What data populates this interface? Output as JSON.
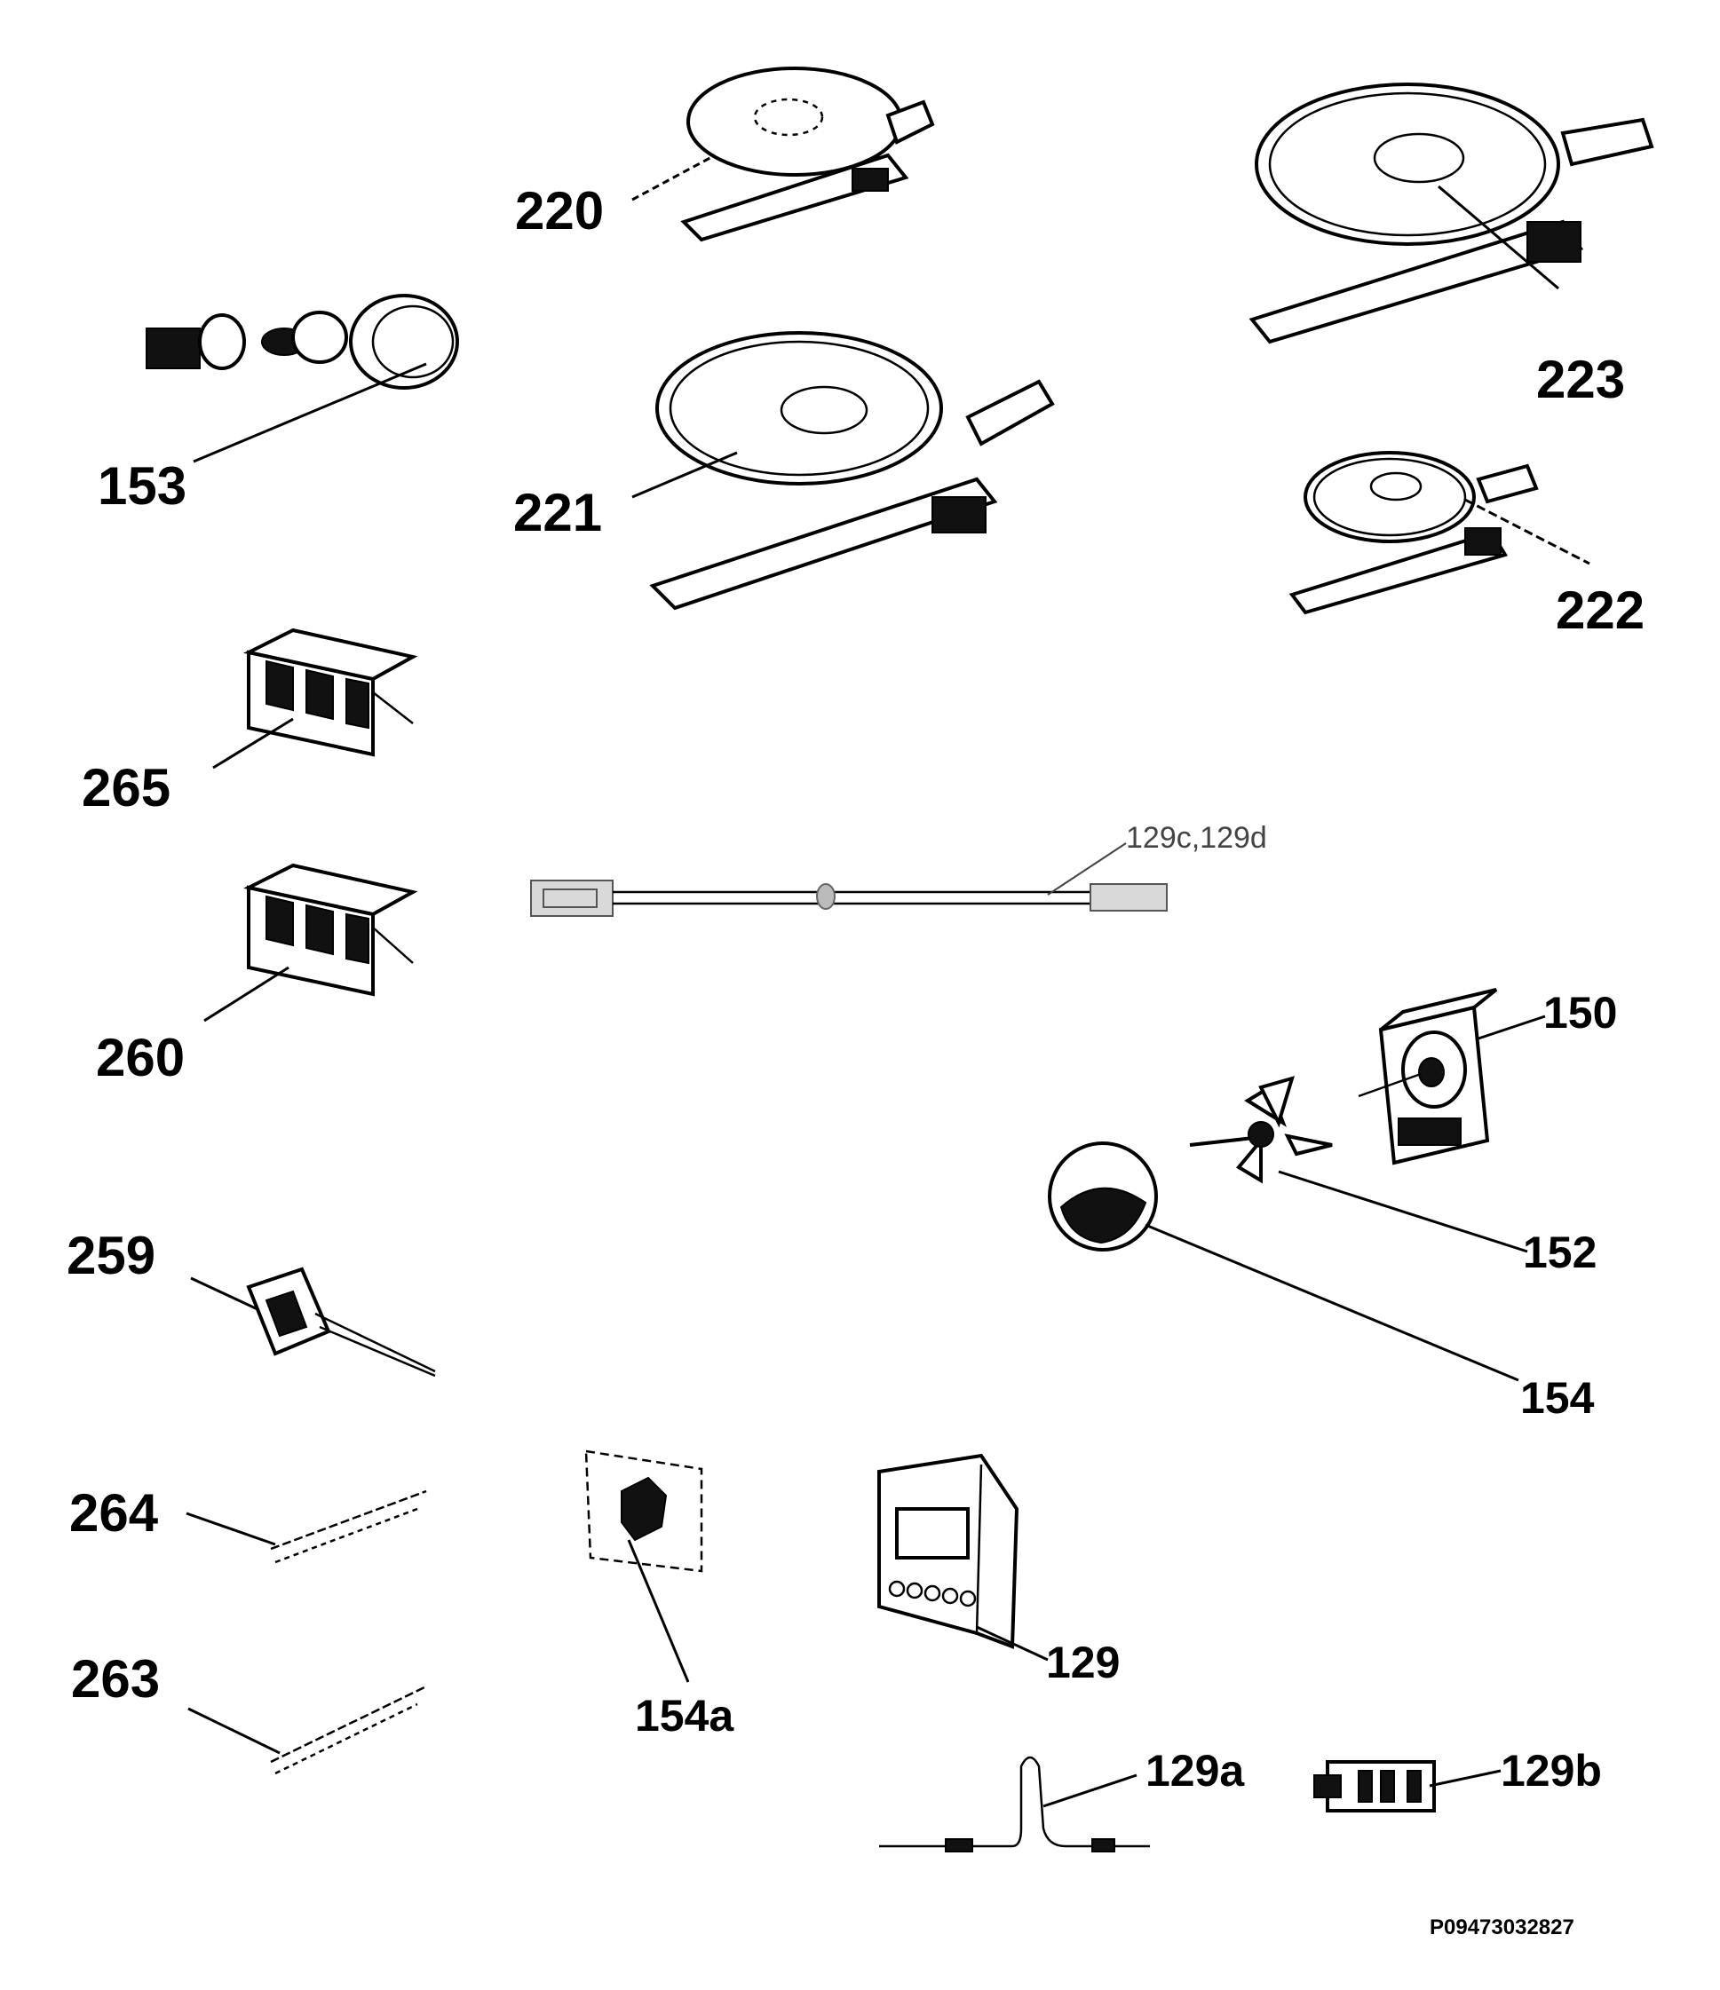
{
  "callouts": {
    "p220": "220",
    "p221": "221",
    "p222": "222",
    "p223": "223",
    "p153": "153",
    "p265": "265",
    "p260": "260",
    "p259": "259",
    "p264": "264",
    "p263": "263",
    "p129cd": "129c,129d",
    "p150": "150",
    "p152": "152",
    "p154": "154",
    "p154a": "154a",
    "p129": "129",
    "p129a": "129a",
    "p129b": "129b"
  },
  "document_reference": "P09473032827"
}
